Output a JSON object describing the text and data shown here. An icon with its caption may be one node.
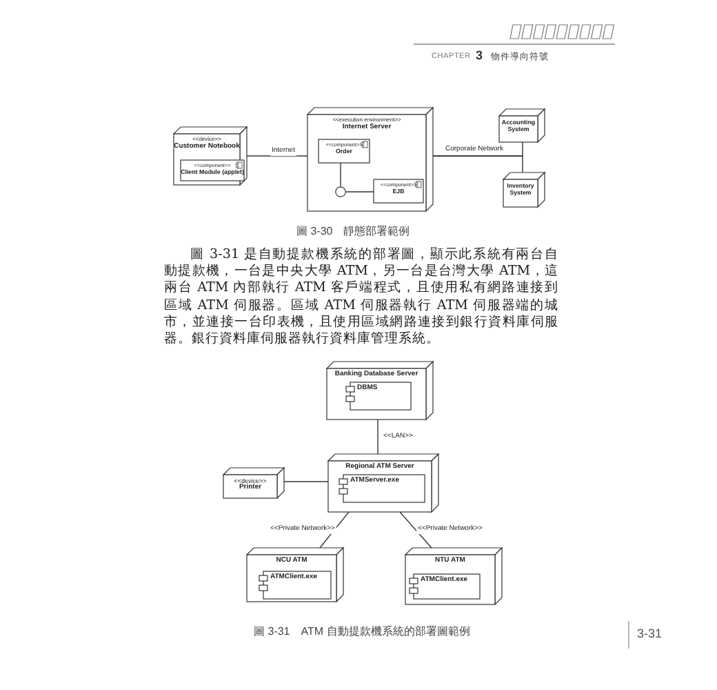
{
  "diagram": {
    "nodes": [
      {
        "text": [
          "<<device>>",
          "Customer Notebook"
        ]
      },
      {
        "text": [
          "<<component>>",
          "Client Module (applet)"
        ],
        "in": 0
      },
      {
        "text": [
          "<<execution environment>>",
          "Internet Server"
        ]
      },
      {
        "text": [
          "<<component>>",
          "Order"
        ],
        "in": 2
      },
      {
        "text": [],
        "shape": "circle",
        "in": 2
      },
      {
        "text": [
          "<<component>>",
          "EJB"
        ],
        "in": 2
      },
      {
        "text": [
          "Accounting System"
        ]
      },
      {
        "text": [
          "Inventory System"
        ]
      },
      {
        "text": [
          "Banking Database Server"
        ]
      },
      {
        "text": [
          "DBMS"
        ],
        "in": 8
      },
      {
        "text": [
          "Regional ATM Server"
        ]
      },
      {
        "text": [
          "ATMServer.exe"
        ],
        "in": 10
      },
      {
        "text": [
          "<<device>>",
          "Printer"
        ]
      },
      {
        "text": [
          "NCU ATM"
        ]
      },
      {
        "text": [
          "ATMClient.exe"
        ],
        "in": 13
      },
      {
        "text": [
          "NTU ATM"
        ]
      },
      {
        "text": [
          "ATMClient.exe"
        ],
        "in": 15
      }
    ],
    "edges": [
      {
        "from": 0,
        "to": 2,
        "arrow": "none",
        "label": "Internet"
      },
      {
        "from": 3,
        "to": 4,
        "arrow": "none"
      },
      {
        "from": 4,
        "to": 5,
        "arrow": "none"
      },
      {
        "from": 2,
        "to": 6,
        "arrow": "none",
        "label": "Corporate Network"
      },
      {
        "from": 2,
        "to": 7,
        "arrow": "none"
      },
      {
        "from": 8,
        "to": 10,
        "arrow": "none",
        "label": "<<LAN>>"
      },
      {
        "from": 12,
        "to": 10,
        "arrow": "none"
      },
      {
        "from": 10,
        "to": 13,
        "arrow": "none",
        "label": "<<Private Network>>"
      },
      {
        "from": 10,
        "to": 15,
        "arrow": "none",
        "label": "<<Private Network>>"
      }
    ],
    "labels": [
      "CHAPTER",
      "3",
      "物件導向符號",
      "圖 3-30　靜態部署範例",
      "圖 3-31 是自動提款機系統的部署圖，顯示此系統有兩台自動提款機，一台是中央大學 ATM，另一台是台灣大學 ATM，這兩台 ATM 內部執行 ATM 客戶端程式，且使用私有網路連接到區域 ATM 伺服器。區域 ATM 伺服器執行 ATM 伺服器端的城市，並連接一台印表機，且使用區域網路連接到銀行資料庫伺服器。銀行資料庫伺服器執行資料庫管理系統。",
      "圖 3-31　ATM 自動提款機系統的部署圖範例",
      "3-31"
    ]
  }
}
